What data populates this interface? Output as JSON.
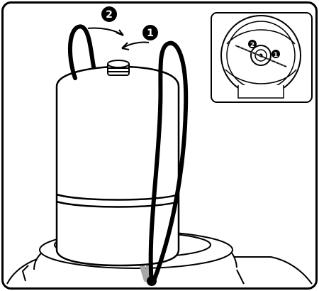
{
  "illustration": {
    "step_badges": [
      {
        "id": "step-1",
        "label": "1"
      },
      {
        "id": "step-2",
        "label": "2"
      }
    ],
    "inset_badges": [
      {
        "id": "inset-step-1",
        "label": "1"
      },
      {
        "id": "inset-step-2",
        "label": "2"
      }
    ],
    "colors": {
      "outline": "#000000",
      "background": "#ffffff",
      "strap_front": "#000000",
      "strap_back": "#a8a8a8",
      "badge_fill": "#000000",
      "badge_text": "#ffffff"
    }
  }
}
